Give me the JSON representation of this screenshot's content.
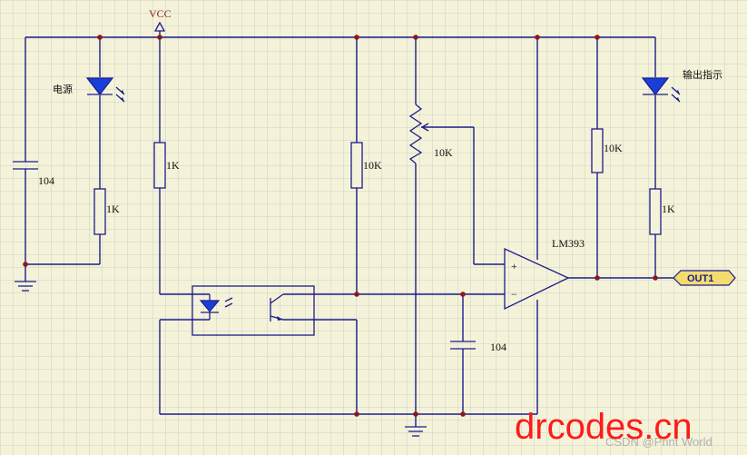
{
  "colors": {
    "background": "#f4f3d9",
    "grid": "#c4c4c4",
    "wire": "#1c1c8c",
    "junction": "#8b1a1a",
    "led": "#1a3fd6",
    "out_tag": "#f3dc6e",
    "watermark": "#ff1a1a"
  },
  "power": {
    "vcc_label": "VCC"
  },
  "power_led": {
    "label": "电源"
  },
  "indicator_led": {
    "label": "输出指示"
  },
  "components": {
    "c1": "104",
    "r_power_led": "1K",
    "r_ir_led": "1K",
    "r_pullup_mid": "10K",
    "pot": "10K",
    "r_pullup_out": "10K",
    "r_indicator": "1K",
    "c2": "104"
  },
  "comparator": {
    "name": "LM393",
    "plus": "+",
    "minus": "−"
  },
  "output": {
    "label": "OUT1"
  },
  "watermarks": {
    "site": "drcodes.cn",
    "csdn": "CSDN @Print World"
  }
}
